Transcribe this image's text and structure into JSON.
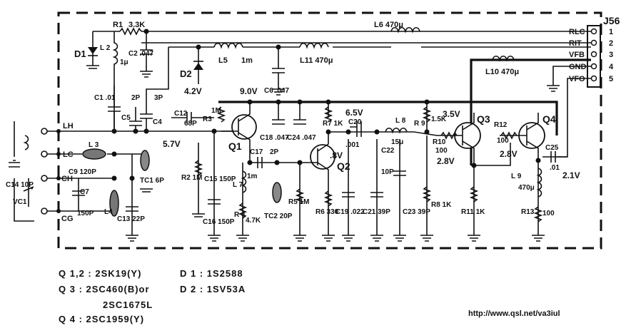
{
  "connector": {
    "name": "J56",
    "pins": [
      {
        "label": "RLC",
        "num": "1"
      },
      {
        "label": "RIT",
        "num": "2"
      },
      {
        "label": "VFB",
        "num": "3"
      },
      {
        "label": "GND",
        "num": "4"
      },
      {
        "label": "VFO",
        "num": "5"
      }
    ]
  },
  "components": {
    "r1": "R1",
    "r1v": "3.3K",
    "d1": "D1",
    "d2": "D2",
    "l2": "L 2",
    "l2v": "1μ",
    "c2": "C2 .047",
    "l5": "L5",
    "l5v": "1m",
    "c6": "C6 .047",
    "l11": "L11 470μ",
    "l6": "L6 470μ",
    "l10": "L10 470μ",
    "c1": "C1 .01",
    "c5": "C5",
    "c5v": "2P",
    "c4": "C4",
    "c4v": "3P",
    "v42": "4.2V",
    "v90": "9.0V",
    "c12": "C12",
    "c12v": "68P",
    "r3": "R3",
    "r3v": "1M",
    "c18": "C18 .047",
    "c24": "C24 .047",
    "r7": "R7 1K",
    "v65": "6.5V",
    "c20": "C20",
    "c20v": ".001",
    "l8": "L 8",
    "l8v": "15μ",
    "r9": "R 9",
    "r9v": "1.5K",
    "v35": "3.5V",
    "q3": "Q3",
    "r12": "R12",
    "r12v": "100",
    "q4": "Q4",
    "r10": "R10",
    "r10v": "100",
    "v28a": "2.8V",
    "v28b": "2.8V",
    "c25": "C25",
    "c25v": ".01",
    "v21": "2.1V",
    "lh": "LH",
    "lc": "LC",
    "ch": "CH",
    "cg": "CG",
    "l3": "L 3",
    "c9": "C9 120P",
    "c7": "C7",
    "c7v": "150P",
    "c14": "C14 10P",
    "vc1": "VC1",
    "l4": "L4",
    "c13": "C13 22P",
    "v57": "5.7V",
    "tc1": "TC1 6P",
    "r2": "R2 1M",
    "c15": "C15 150P",
    "q1": "Q1",
    "c17": "C17",
    "c17v": "2P",
    "v08": ".8V",
    "q2": "Q2",
    "c22": "C22",
    "c22v": "10P",
    "c16": "C16 150P",
    "l7": "L 7",
    "l7v": "1m",
    "r4": "R 4",
    "r4v": "4.7K",
    "tc2": "TC2 20P",
    "r5": "R5 1M",
    "r6": "R6 330",
    "c19": "C19 .022",
    "c21": "C21 39P",
    "c23": "C23 39P",
    "r8": "R8 1K",
    "r11": "R11 1K",
    "l9": "L 9",
    "l9v": "470μ",
    "r13": "R13",
    "r13v": "100"
  },
  "legend": {
    "q12": "Q 1,2   :  2SK19(Y)",
    "q3": "Q 3     :  2SC460(B)or",
    "q3b": "2SC1675L",
    "q4": "Q 4     :  2SC1959(Y)",
    "d1": "D 1 :  1S2588",
    "d2": "D 2 :  1SV53A"
  },
  "url": "http://www.qsl.net/va3iul"
}
